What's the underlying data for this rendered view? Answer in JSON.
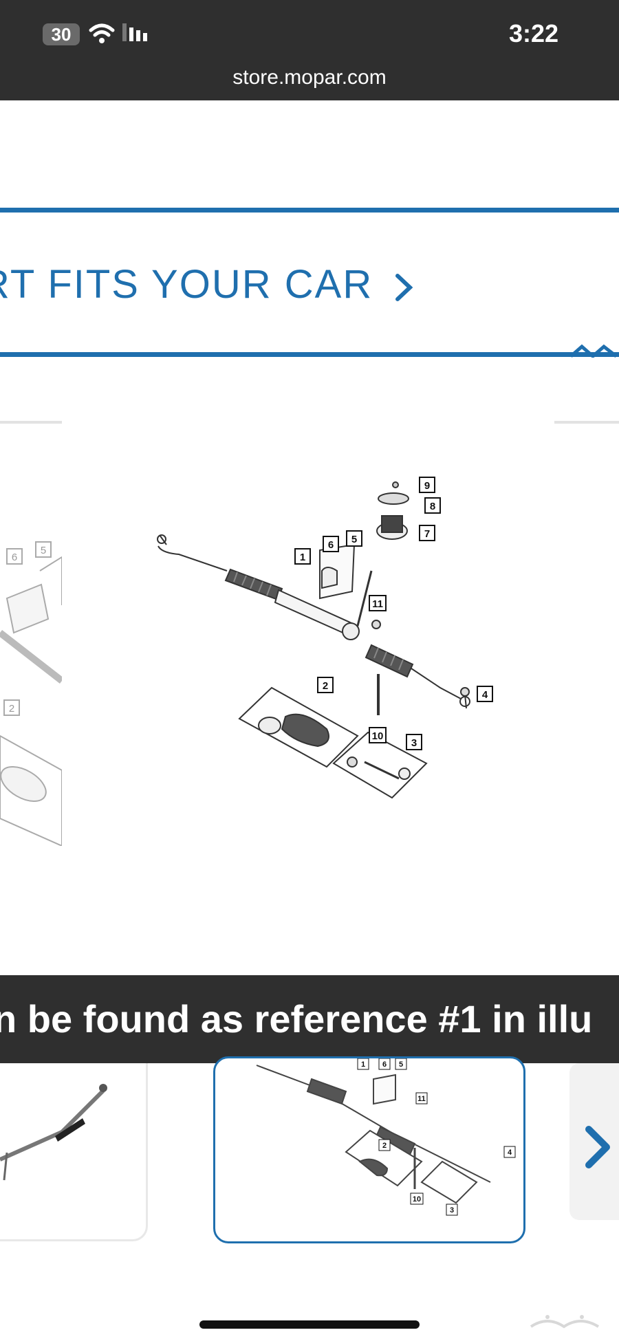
{
  "status_bar": {
    "signal_badge": "30",
    "time": "3:22",
    "url": "store.mopar.com"
  },
  "banner": {
    "fits_text": "RT FITS YOUR CAR"
  },
  "diagram": {
    "callouts": [
      "1",
      "2",
      "3",
      "4",
      "5",
      "6",
      "7",
      "8",
      "9",
      "10",
      "11"
    ],
    "left_callouts": [
      "6",
      "5",
      "2"
    ]
  },
  "caption": {
    "text": "n be found as reference #1 in illu"
  },
  "thumbnails": {
    "active_callouts": [
      "1",
      "6",
      "5",
      "11",
      "2",
      "10",
      "4",
      "3"
    ]
  },
  "colors": {
    "accent": "#1f6fae",
    "status_bg": "#2f2f2f"
  }
}
